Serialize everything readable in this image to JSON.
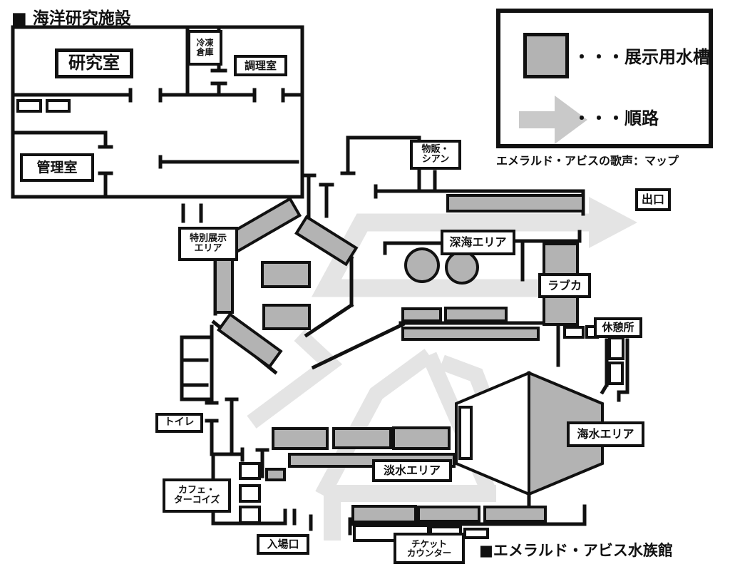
{
  "titles": {
    "research_facility": "■ 海洋研究施設",
    "aquarium": "■エメラルド・アビス水族館",
    "map_caption": "エメラルド・アビスの歌声：マップ"
  },
  "legend": {
    "tank": "・・・展示用水槽",
    "route": "・・・順路"
  },
  "labels": {
    "research_room": "研究室",
    "freezer_storage": "冷凍\n倉庫",
    "kitchen": "調理室",
    "office": "管理室",
    "shop": "物販・\nシアン",
    "exit": "出口",
    "deep_sea_area": "深海エリア",
    "frilled_shark": "ラブカ",
    "rest_area": "休憩所",
    "special_exhibit_area": "特別展示\nエリア",
    "toilet": "トイレ",
    "cafe": "カフェ・\nターコイズ",
    "seawater_area": "海水エリア",
    "freshwater_area": "淡水エリア",
    "entrance": "入場口",
    "ticket_counter": "チケット\nカウンター"
  },
  "colors": {
    "wall": "#111111",
    "tank_fill": "#b3b3b3",
    "route": "#e4e4e4",
    "legend_arrow": "#c9c9c9",
    "background": "#ffffff"
  }
}
